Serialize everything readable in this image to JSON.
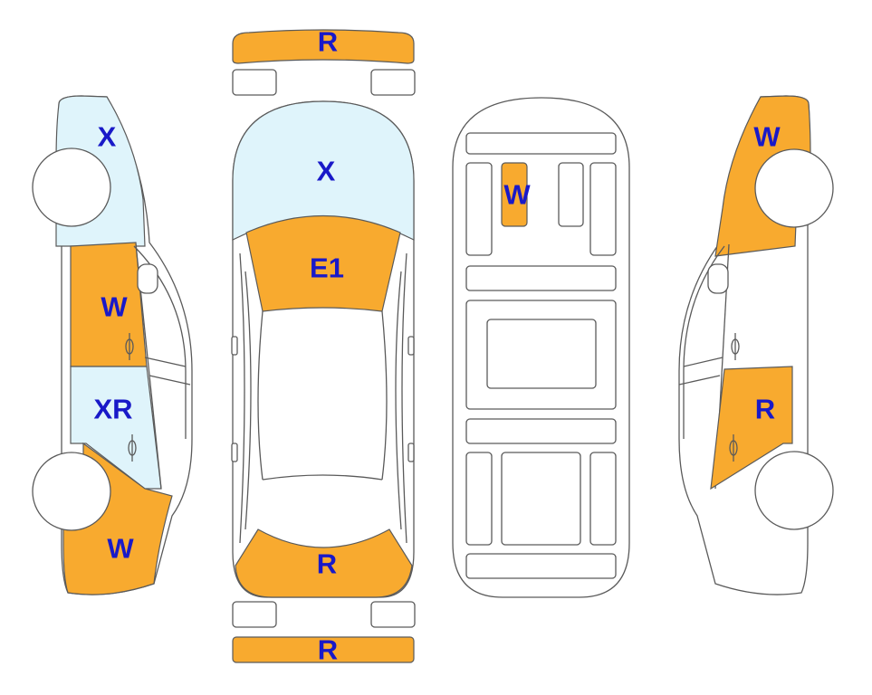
{
  "colors": {
    "damage": "#f8aa2f",
    "minor": "#dff4fb",
    "outline": "#5a5a5a",
    "code_text": "#1919c8"
  },
  "labels": {
    "left_side": {
      "front": "X",
      "front_door": "W",
      "rear_door": "XR",
      "rear": "W"
    },
    "top": {
      "front_bumper": "R",
      "hood": "X",
      "windshield": "E1",
      "trunk": "R",
      "rear_bumper": "R"
    },
    "interior": {
      "seat": "W"
    },
    "right_side": {
      "front": "W",
      "door": "R"
    }
  }
}
